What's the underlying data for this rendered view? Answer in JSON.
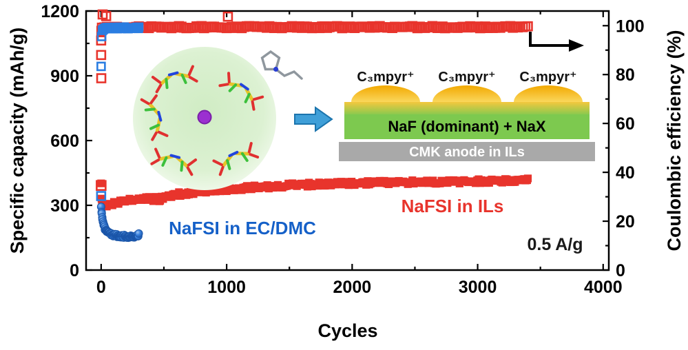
{
  "figure": {
    "background": "#ffffff"
  },
  "chart_data": {
    "type": "scatter",
    "title": "",
    "xlabel": "Cycles",
    "ylabel_left": "Specific capacity (mAh/g)",
    "ylabel_right": "Coulombic efficiency (%)",
    "x_ticks": [
      0,
      1000,
      2000,
      3000,
      4000
    ],
    "x_minor": [
      500,
      1500,
      2500,
      3500
    ],
    "y_ticks_left": [
      0,
      300,
      600,
      900,
      1200
    ],
    "y_minor_left": [
      150,
      450,
      750,
      1050
    ],
    "y_ticks_right": [
      0,
      20,
      40,
      60,
      80,
      100
    ],
    "y_minor_right": [
      10,
      30,
      50,
      70,
      90
    ],
    "xlim": [
      -120,
      4045
    ],
    "ylim_left": [
      0,
      1200
    ],
    "ylim_right": [
      0,
      106
    ],
    "grid": false,
    "legend_position": "none",
    "series": [
      {
        "name": "NaFSI in ILs — specific capacity",
        "axis": "left",
        "marker": "square",
        "fill": "filled",
        "color": "#e8342c",
        "size": 10,
        "band": 3,
        "step": 12,
        "points": [
          [
            0,
            392
          ],
          [
            3,
            332
          ],
          [
            6,
            315
          ],
          [
            10,
            306
          ],
          [
            20,
            301
          ],
          [
            45,
            300
          ],
          [
            90,
            306
          ],
          [
            140,
            313
          ],
          [
            190,
            319
          ],
          [
            250,
            325
          ],
          [
            310,
            329
          ],
          [
            370,
            333
          ],
          [
            415,
            322
          ],
          [
            440,
            334
          ],
          [
            470,
            325
          ],
          [
            500,
            341
          ],
          [
            560,
            347
          ],
          [
            620,
            352
          ],
          [
            700,
            358
          ],
          [
            800,
            364
          ],
          [
            900,
            369
          ],
          [
            1000,
            374
          ],
          [
            1150,
            380
          ],
          [
            1300,
            386
          ],
          [
            1500,
            392
          ],
          [
            1700,
            397
          ],
          [
            1900,
            400
          ],
          [
            2100,
            403
          ],
          [
            2300,
            405
          ],
          [
            2500,
            407
          ],
          [
            2700,
            409
          ],
          [
            2900,
            411
          ],
          [
            3100,
            413
          ],
          [
            3250,
            415
          ],
          [
            3400,
            417
          ]
        ]
      },
      {
        "name": "NaFSI in ILs — coulombic efficiency",
        "axis": "right",
        "marker": "square",
        "fill": "open",
        "color": "#e8342c",
        "size": 12,
        "band": 1.6,
        "step": 20,
        "points": [
          [
            0,
            93.5
          ],
          [
            2,
            97.5
          ],
          [
            6,
            99.3
          ],
          [
            200,
            99.4
          ],
          [
            3400,
            99.4
          ]
        ]
      },
      {
        "name": "NaFSI in ILs — CE outliers",
        "axis": "right",
        "marker": "square",
        "fill": "open",
        "color": "#e8342c",
        "size": 12,
        "band": 0,
        "step": null,
        "points": [
          [
            12,
            104.6
          ],
          [
            40,
            103.9
          ],
          [
            1010,
            103.7
          ],
          [
            0,
            88
          ],
          [
            1,
            78.5
          ]
        ]
      },
      {
        "name": "NaFSI in ILs — first-cycle open marker",
        "axis": "left",
        "marker": "square",
        "fill": "open",
        "color": "#e8342c",
        "size": 13,
        "band": 0,
        "step": null,
        "points": [
          [
            0,
            392
          ]
        ]
      },
      {
        "name": "NaFSI in EC/DMC — specific capacity",
        "axis": "left",
        "marker": "circle",
        "fill": "filled",
        "color": "#2a7de1",
        "gradient": "blueBall",
        "size": 11,
        "band": 2,
        "step": 4,
        "points": [
          [
            0,
            287
          ],
          [
            5,
            262
          ],
          [
            10,
            241
          ],
          [
            15,
            224
          ],
          [
            20,
            211
          ],
          [
            30,
            193
          ],
          [
            40,
            183
          ],
          [
            50,
            176
          ],
          [
            60,
            171
          ],
          [
            80,
            165
          ],
          [
            100,
            162
          ],
          [
            130,
            159
          ],
          [
            160,
            157
          ],
          [
            200,
            156
          ],
          [
            240,
            156
          ],
          [
            280,
            157
          ],
          [
            300,
            165
          ]
        ]
      },
      {
        "name": "NaFSI in EC/DMC — coulombic efficiency",
        "axis": "right",
        "marker": "square",
        "fill": "open",
        "color": "#2a7de1",
        "size": 11,
        "band": 1.2,
        "step": 8,
        "points": [
          [
            0,
            83
          ],
          [
            4,
            95.5
          ],
          [
            10,
            98.4
          ],
          [
            40,
            99
          ],
          [
            300,
            99.2
          ]
        ]
      },
      {
        "name": "NaFSI in EC/DMC — first-cycle open marker",
        "axis": "left",
        "marker": "square",
        "fill": "open",
        "color": "#2a7de1",
        "size": 12,
        "band": 0,
        "step": null,
        "points": [
          [
            0,
            343
          ]
        ]
      }
    ]
  },
  "annotations": {
    "ecdmc_label": "NaFSI in EC/DMC",
    "ils_label": "NaFSI in ILs",
    "rate_label": "0.5 A/g"
  },
  "inset": {
    "dome_label": "C₃mpyr⁺",
    "sei_label": "NaF (dominant) + NaX",
    "anode_label": "CMK anode in ILs",
    "colors": {
      "red_series": "#e8342c",
      "blue_series": "#2a7de1",
      "solvation_circle": "#ddf1d3",
      "na_ion": "#9b30d0",
      "dome_yellow": "#f6b400",
      "sei_green": "#7dc94f",
      "anode_gray": "#a9a9a9",
      "arrow_blue": "#3f9fd8"
    }
  }
}
